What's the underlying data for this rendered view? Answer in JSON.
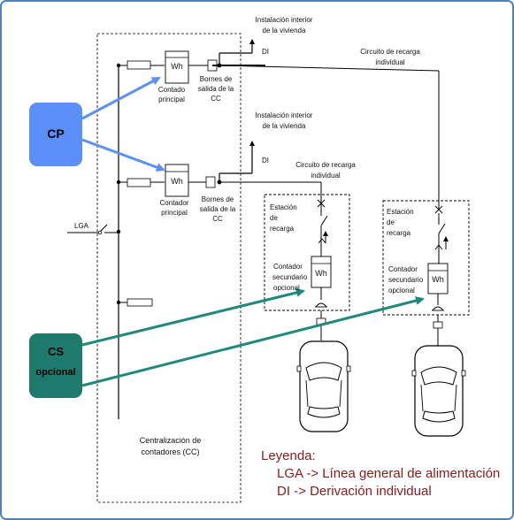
{
  "colors": {
    "border": "#4f81bd",
    "cp_fill": "#5b8ff9",
    "cp_arrow": "#5b8ff9",
    "cs_fill": "#1f7a6e",
    "cs_arrow": "#1f8a7c",
    "legend_text": "#8b1a1a",
    "line": "#000000"
  },
  "cp": {
    "label": "CP"
  },
  "cs": {
    "label": "CS",
    "sublabel": "opcional"
  },
  "lga": {
    "label": "LGA"
  },
  "centralizacion": {
    "line1": "Centralización de",
    "line2": "contadores (CC)"
  },
  "meter1": {
    "wh": "Wh",
    "label1": "Contado",
    "label2": "principal",
    "bornes1": "Bornes de",
    "bornes2": "salida de la",
    "bornes3": "CC"
  },
  "meter2": {
    "wh": "Wh",
    "label1": "Contador",
    "label2": "principal",
    "bornes1": "Bornes de",
    "bornes2": "salida de la",
    "bornes3": "CC"
  },
  "inst1": {
    "line1": "Instalación interior",
    "line2": "de  la vivienda",
    "di": "DI"
  },
  "inst2": {
    "line1": "Instalación interior",
    "line2": "de  la vivienda",
    "di": "DI"
  },
  "circuit1": {
    "line1": "Circuito de recarga",
    "line2": "individual"
  },
  "circuit2": {
    "line1": "Circuito de recarga",
    "line2": "individual"
  },
  "station1": {
    "label1": "Estación",
    "label2": "de",
    "label3": "recarga",
    "meter1": "Contador",
    "meter2": "secundario",
    "meter3": "opcional",
    "wh": "Wh"
  },
  "station2": {
    "label1": "Estación",
    "label2": "de",
    "label3": "recarga",
    "meter1": "Contador",
    "meter2": "secundario",
    "meter3": "opcional",
    "wh": "Wh"
  },
  "legend": {
    "title": "Leyenda:",
    "item1": "LGA -> Línea general de alimentación",
    "item2": "DI -> Derivación individual"
  }
}
